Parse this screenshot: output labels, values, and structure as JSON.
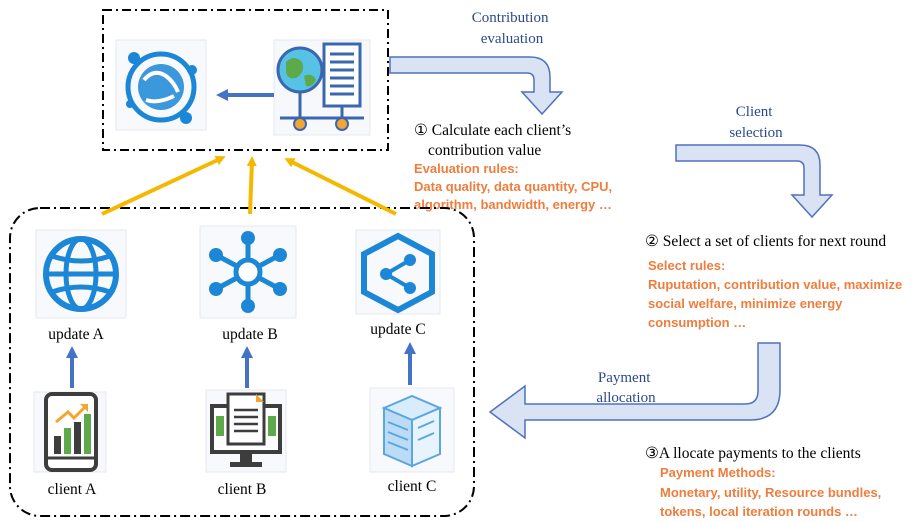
{
  "colors": {
    "accent_blue": "#1b87d6",
    "arrow_blue": "#4472c4",
    "arrow_yellow": "#f5b800",
    "flow_arrow_fill": "#dae3f3",
    "flow_arrow_stroke": "#4f71be",
    "label_blue": "#2c4a8a",
    "rules_orange": "#ef7d3c"
  },
  "labels": {
    "contribution_evaluation": [
      "Contribution",
      "evaluation"
    ],
    "client_selection": [
      "Client",
      "selection"
    ],
    "payment_allocation": [
      "Payment",
      "allocation"
    ]
  },
  "step1": {
    "text_line1": "① Calculate each client’s",
    "text_line2": "contribution  value",
    "rules_title": "Evaluation rules:",
    "rules_lines": [
      "Data quality, data quantity, CPU,",
      "algorithm, bandwidth, energy  …"
    ]
  },
  "step2": {
    "text": "② Select a set of clients for next round",
    "rules_title": "Select rules:",
    "rules_lines": [
      "Ruputation, contribution value, maximize",
      "social welfare, minimize energy",
      "consumption  …"
    ]
  },
  "step3": {
    "text": "③A  llocate payments to the clients",
    "rules_title": "Payment Methods:",
    "rules_lines": [
      "Monetary, utility, Resource bundles,",
      "tokens, local iteration rounds  …"
    ]
  },
  "updates": [
    "update A",
    "update B",
    "update C"
  ],
  "clients": [
    "client A",
    "client B",
    "client C"
  ],
  "icons": {
    "server_icons": [
      "global-network-icon",
      "earth-server-icon"
    ],
    "update_icons": [
      "globe-icon",
      "network-hub-icon",
      "share-hexagon-icon"
    ],
    "client_icons": [
      "mobile-chart-icon",
      "monitor-document-icon",
      "server-rack-icon"
    ]
  }
}
